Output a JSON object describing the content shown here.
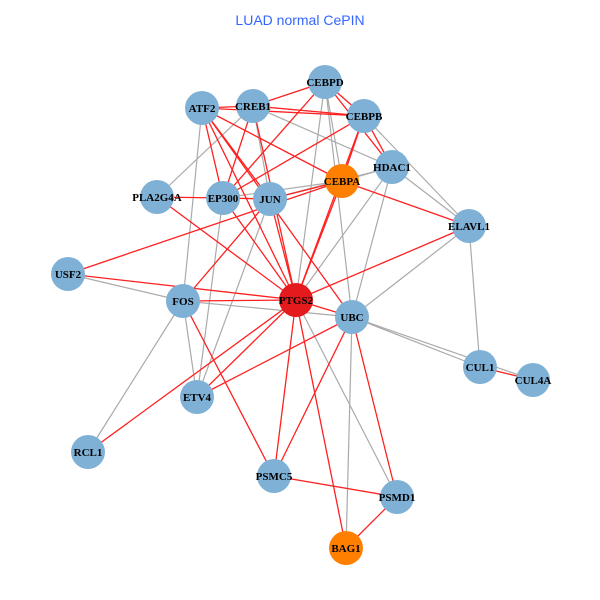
{
  "title": "LUAD normal CePIN",
  "colors": {
    "normal": "#7fb0d5",
    "highlight": "#ff8000",
    "center": "#e41a1c",
    "edge_red": "#ff2020",
    "edge_gray": "#aaaaaa"
  },
  "nodes": [
    {
      "id": "CEBPD",
      "type": "normal"
    },
    {
      "id": "ATF2",
      "type": "normal"
    },
    {
      "id": "CREB1",
      "type": "normal"
    },
    {
      "id": "CEBPB",
      "type": "normal"
    },
    {
      "id": "HDAC1",
      "type": "normal"
    },
    {
      "id": "CEBPA",
      "type": "highlight"
    },
    {
      "id": "PLA2G4A",
      "type": "normal"
    },
    {
      "id": "EP300",
      "type": "normal"
    },
    {
      "id": "JUN",
      "type": "normal"
    },
    {
      "id": "ELAVL1",
      "type": "normal"
    },
    {
      "id": "USF2",
      "type": "normal"
    },
    {
      "id": "FOS",
      "type": "normal"
    },
    {
      "id": "PTGS2",
      "type": "center"
    },
    {
      "id": "UBC",
      "type": "normal"
    },
    {
      "id": "CUL1",
      "type": "normal"
    },
    {
      "id": "CUL4A",
      "type": "normal"
    },
    {
      "id": "ETV4",
      "type": "normal"
    },
    {
      "id": "RCL1",
      "type": "normal"
    },
    {
      "id": "PSMC5",
      "type": "normal"
    },
    {
      "id": "PSMD1",
      "type": "normal"
    },
    {
      "id": "BAG1",
      "type": "highlight"
    }
  ],
  "edges": [
    [
      "UBC",
      "CUL1",
      "gray"
    ],
    [
      "UBC",
      "CUL4A",
      "gray"
    ],
    [
      "CUL1",
      "ELAVL1",
      "gray"
    ],
    [
      "UBC",
      "ELAVL1",
      "gray"
    ],
    [
      "UBC",
      "HDAC1",
      "gray"
    ],
    [
      "UBC",
      "CEBPD",
      "gray"
    ],
    [
      "UBC",
      "BAG1",
      "gray"
    ],
    [
      "PTGS2",
      "PSMD1",
      "gray"
    ],
    [
      "FOS",
      "RCL1",
      "gray"
    ],
    [
      "FOS",
      "ETV4",
      "gray"
    ],
    [
      "FOS",
      "USF2",
      "gray"
    ],
    [
      "FOS",
      "UBC",
      "gray"
    ],
    [
      "FOS",
      "ATF2",
      "gray"
    ],
    [
      "ETV4",
      "JUN",
      "gray"
    ],
    [
      "ETV4",
      "EP300",
      "gray"
    ],
    [
      "PLA2G4A",
      "CREB1",
      "gray"
    ],
    [
      "CREB1",
      "HDAC1",
      "gray"
    ],
    [
      "CEBPB",
      "ELAVL1",
      "gray"
    ],
    [
      "HDAC1",
      "ELAVL1",
      "gray"
    ],
    [
      "HDAC1",
      "CEBPA",
      "gray"
    ],
    [
      "JUN",
      "HDAC1",
      "gray"
    ],
    [
      "EP300",
      "CEBPA",
      "gray"
    ],
    [
      "CEBPD",
      "PTGS2",
      "gray"
    ],
    [
      "CREB1",
      "JUN",
      "gray"
    ],
    [
      "CUL1",
      "CUL4A",
      "gray"
    ],
    [
      "HDAC1",
      "PTGS2",
      "gray"
    ],
    [
      "CEBPD",
      "CEBPA",
      "gray"
    ],
    [
      "PTGS2",
      "ATF2",
      "red"
    ],
    [
      "PTGS2",
      "CREB1",
      "red"
    ],
    [
      "PTGS2",
      "CEBPB",
      "red"
    ],
    [
      "PTGS2",
      "CEBPA",
      "red"
    ],
    [
      "PTGS2",
      "EP300",
      "red"
    ],
    [
      "PTGS2",
      "JUN",
      "red"
    ],
    [
      "PTGS2",
      "FOS",
      "red"
    ],
    [
      "PTGS2",
      "USF2",
      "red"
    ],
    [
      "PTGS2",
      "UBC",
      "red"
    ],
    [
      "PTGS2",
      "ETV4",
      "red"
    ],
    [
      "PTGS2",
      "RCL1",
      "red"
    ],
    [
      "PTGS2",
      "PSMC5",
      "red"
    ],
    [
      "PTGS2",
      "BAG1",
      "red"
    ],
    [
      "PTGS2",
      "ELAVL1",
      "red"
    ],
    [
      "PTGS2",
      "PLA2G4A",
      "red"
    ],
    [
      "UBC",
      "ETV4",
      "red"
    ],
    [
      "UBC",
      "PSMC5",
      "red"
    ],
    [
      "UBC",
      "PSMD1",
      "red"
    ],
    [
      "UBC",
      "ATF2",
      "red"
    ],
    [
      "PSMC5",
      "PSMD1",
      "red"
    ],
    [
      "PSMD1",
      "BAG1",
      "red"
    ],
    [
      "FOS",
      "PSMC5",
      "red"
    ],
    [
      "FOS",
      "JUN",
      "red"
    ],
    [
      "USF2",
      "CEBPA",
      "red"
    ],
    [
      "CUL1",
      "CUL4A",
      "red"
    ],
    [
      "ATF2",
      "CREB1",
      "red"
    ],
    [
      "CREB1",
      "CEBPB",
      "red"
    ],
    [
      "ATF2",
      "CEBPB",
      "red"
    ],
    [
      "CEBPD",
      "CEBPB",
      "red"
    ],
    [
      "CEBPD",
      "EP300",
      "red"
    ],
    [
      "CEBPD",
      "CREB1",
      "red"
    ],
    [
      "CEBPB",
      "CEBPA",
      "red"
    ],
    [
      "CEBPB",
      "EP300",
      "red"
    ],
    [
      "CEBPA",
      "ELAVL1",
      "red"
    ],
    [
      "JUN",
      "CEBPA",
      "red"
    ],
    [
      "EP300",
      "JUN",
      "red"
    ],
    [
      "PLA2G4A",
      "EP300",
      "red"
    ],
    [
      "ATF2",
      "EP300",
      "red"
    ],
    [
      "ATF2",
      "JUN",
      "red"
    ],
    [
      "CREB1",
      "EP300",
      "red"
    ],
    [
      "ATF2",
      "CEBPA",
      "red"
    ],
    [
      "CEBPD",
      "HDAC1",
      "red"
    ],
    [
      "CEBPB",
      "HDAC1",
      "red"
    ]
  ]
}
